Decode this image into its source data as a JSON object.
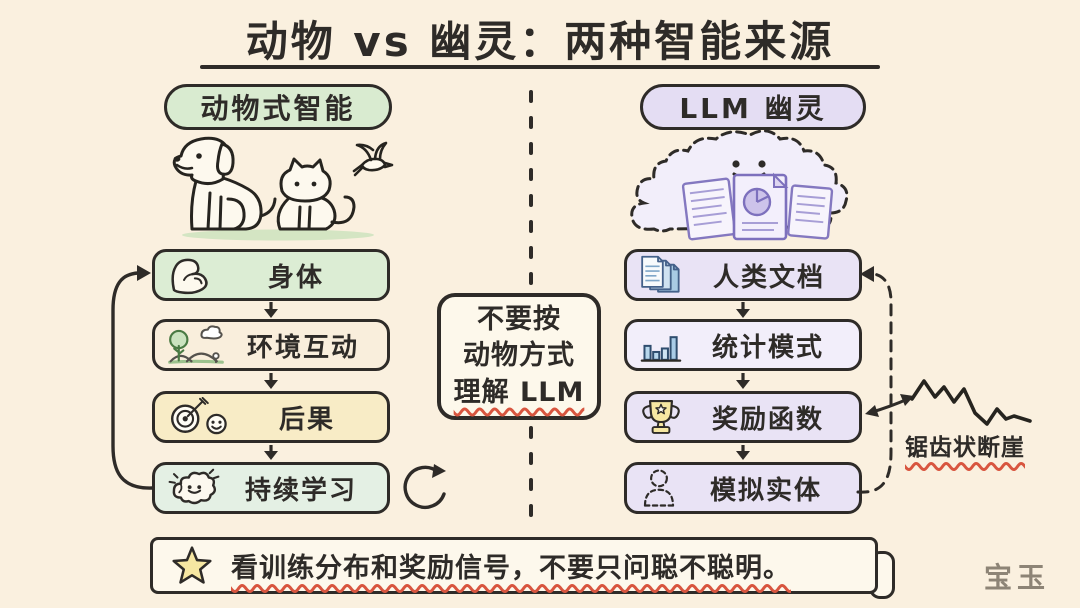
{
  "title": "动物 vs 幽灵：两种智能来源",
  "columns": {
    "left": {
      "header": "动物式智能",
      "illustration": "dog-cat-bird",
      "boxes": [
        {
          "label": "身体",
          "icon": "muscle-icon"
        },
        {
          "label": "环境互动",
          "icon": "landscape-icon"
        },
        {
          "label": "后果",
          "icon": "target-and-smiley-icon"
        },
        {
          "label": "持续学习",
          "icon": "brain-icon"
        }
      ]
    },
    "right": {
      "header": "LLM 幽灵",
      "illustration": "ghost-cloud-with-documents",
      "boxes": [
        {
          "label": "人类文档",
          "icon": "documents-icon"
        },
        {
          "label": "统计模式",
          "icon": "bar-chart-icon"
        },
        {
          "label": "奖励函数",
          "icon": "trophy-icon"
        },
        {
          "label": "模拟实体",
          "icon": "person-outline-icon"
        }
      ],
      "cliff_annotation": "锯齿状断崖"
    }
  },
  "center_note": {
    "lines": [
      "不要按",
      "动物方式",
      "理解 LLM"
    ]
  },
  "banner": {
    "icon": "star-icon",
    "text": "看训练分布和奖励信号，不要只问聪不聪明。"
  },
  "watermark": "宝玉",
  "colors": {
    "background": "#faf0df",
    "ink": "#2e2b28",
    "animal_green": "#d9ebd0",
    "ghost_purple": "#e4ddf3",
    "cream": "#f9eedc",
    "yellow": "#f8ecc6",
    "accent_red": "#d8553f"
  }
}
